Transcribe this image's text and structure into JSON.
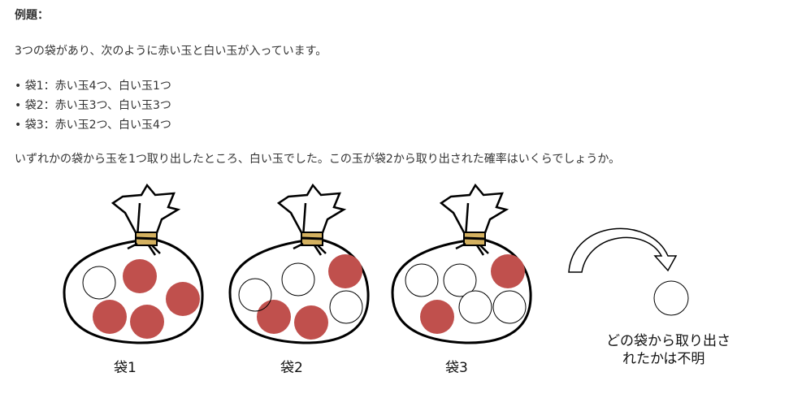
{
  "title": "例題：",
  "intro": "3つの袋があり、次のように赤い玉と白い玉が入っています。",
  "bags_list": [
    "袋1：赤い玉4つ、白い玉1つ",
    "袋2：赤い玉3つ、白い玉3つ",
    "袋3：赤い玉2つ、白い玉4つ"
  ],
  "question": "いずれかの袋から玉を1つ取り出したところ、白い玉でした。この玉が袋2から取り出された確率はいくらでしょうか。",
  "figure": {
    "bag_labels": [
      "袋1",
      "袋2",
      "袋3"
    ],
    "caption_line1": "どの袋から取り出さ",
    "caption_line2": "れたかは不明",
    "red_color": "#c0504d"
  }
}
